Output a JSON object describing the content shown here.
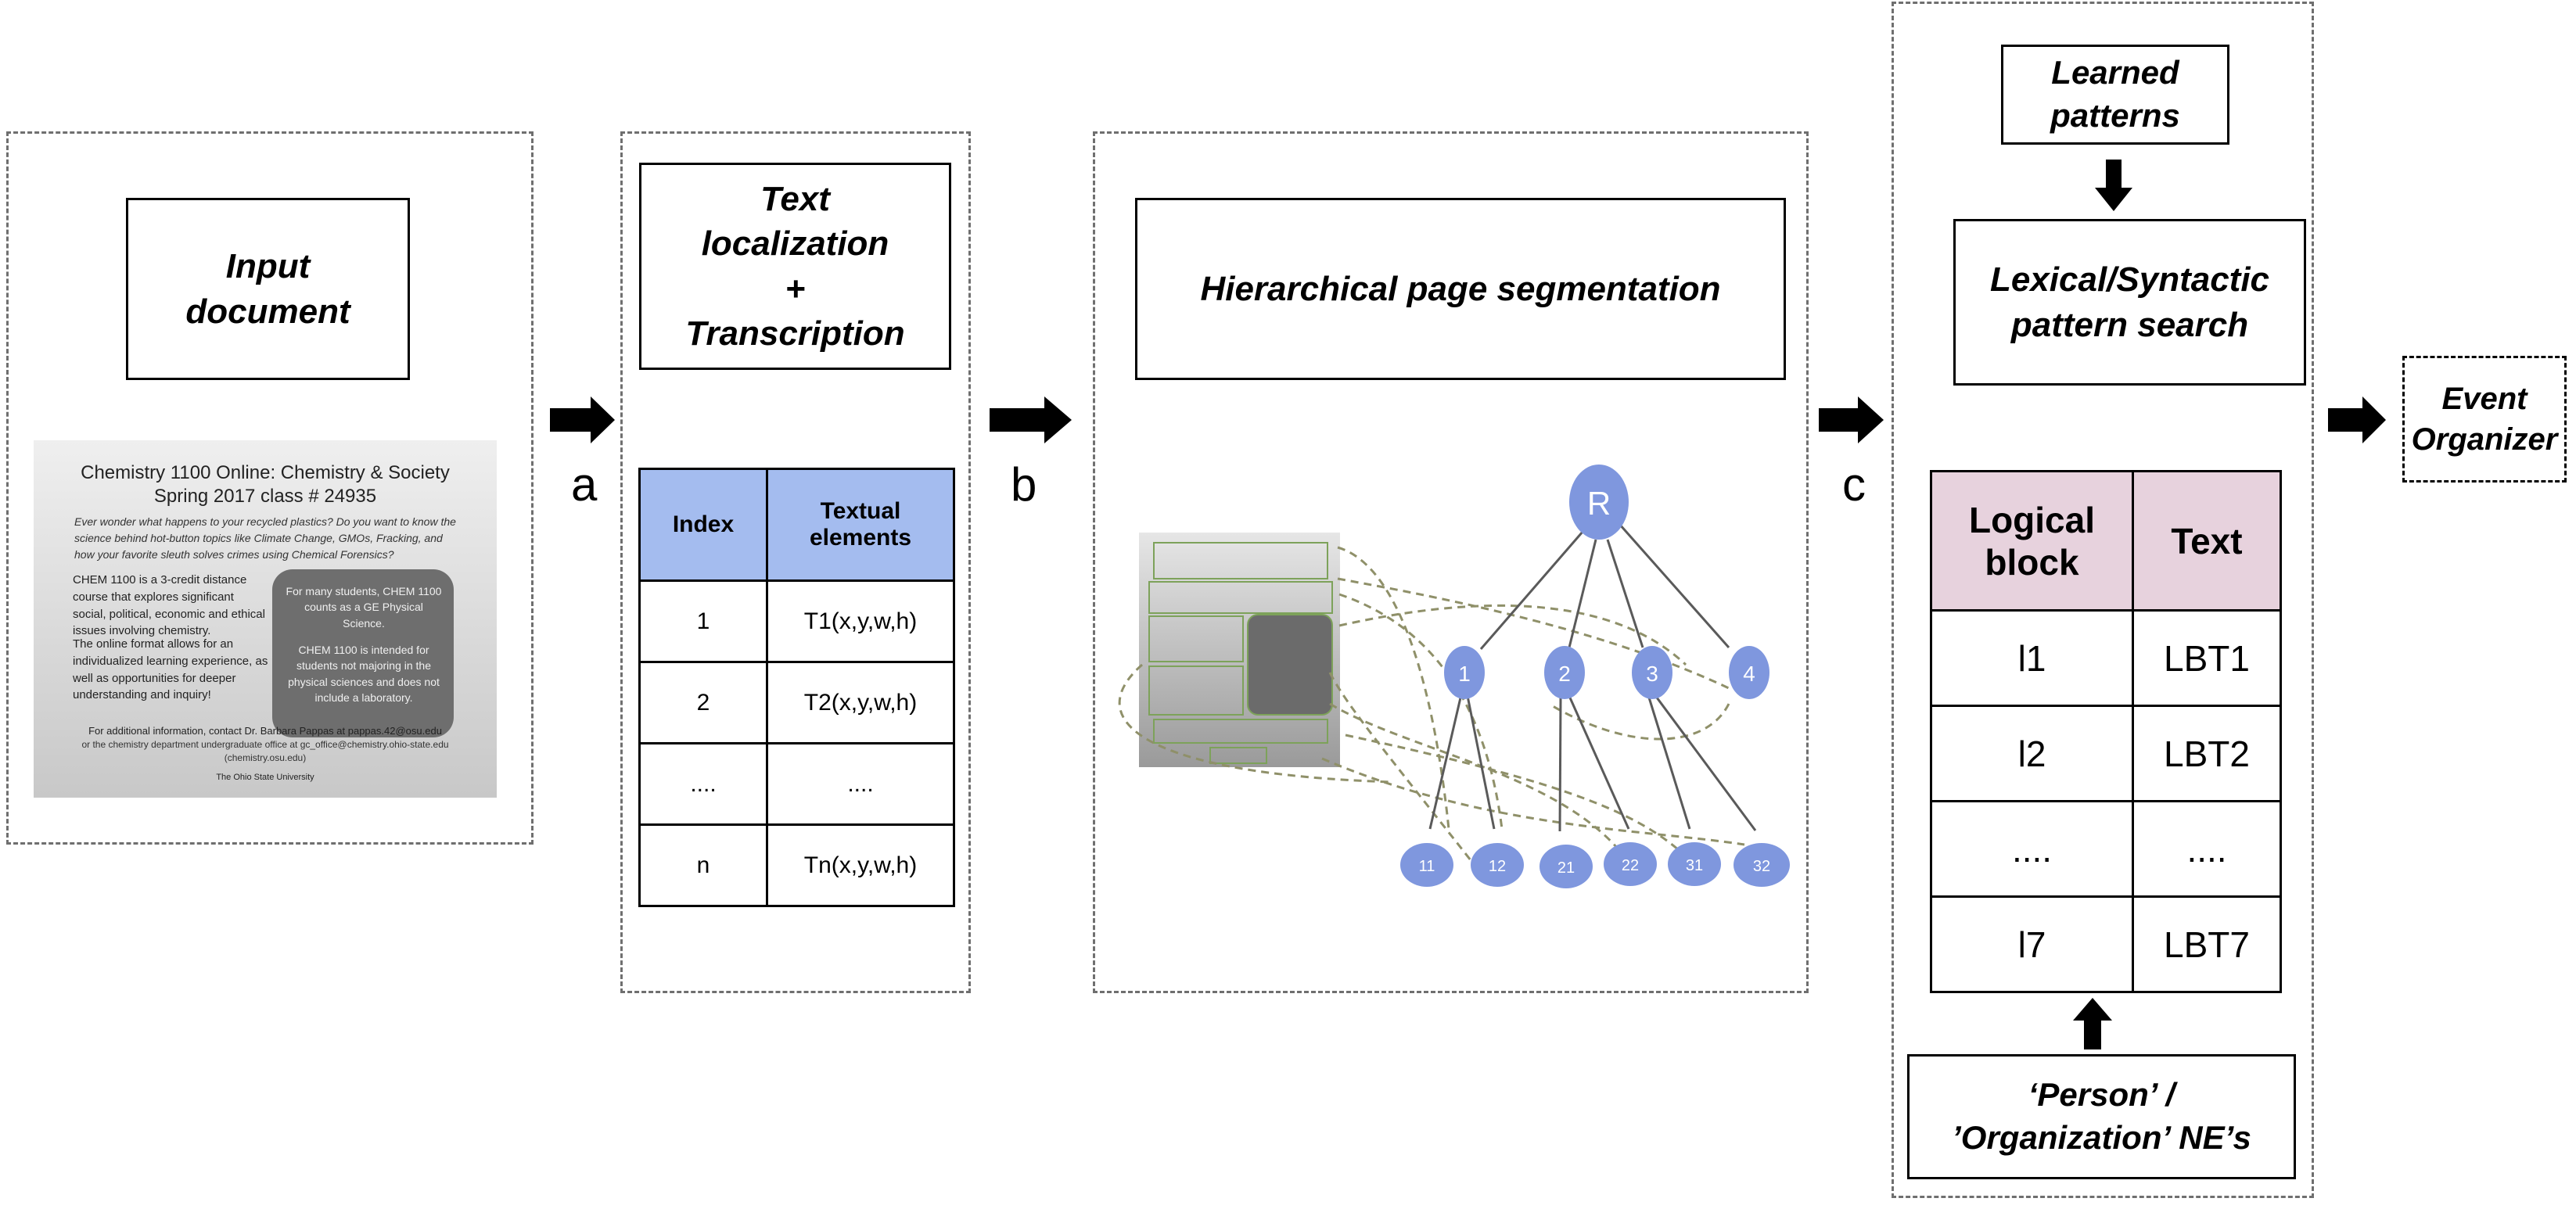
{
  "input": {
    "title": "Input document"
  },
  "flyer": {
    "title": "Chemistry 1100 Online: Chemistry & Society",
    "subtitle": "Spring 2017 class # 24935",
    "intro": "Ever wonder what happens to your recycled plastics? Do you want to know the science behind hot-button topics like Climate Change, GMOs, Fracking, and how your favorite sleuth solves crimes using Chemical Forensics?",
    "col1a": "CHEM 1100 is a 3-credit distance course that explores significant social, political, economic and ethical issues involving chemistry.",
    "col1b": "The online format allows for an individualized learning experience, as well as opportunities for deeper understanding and inquiry!",
    "col2a": "For many students, CHEM 1100 counts as a GE Physical Science.",
    "col2b": "CHEM 1100 is intended for students not majoring in the physical sciences and does not include a laboratory.",
    "footer1": "For additional information, contact Dr. Barbara Pappas at pappas.42@osu.edu",
    "footer2": "or the chemistry department undergraduate office at gc_office@chemistry.ohio-state.edu",
    "footer3": "(chemistry.osu.edu)",
    "logo": "The Ohio State University"
  },
  "step_a": {
    "label": "a",
    "title_line1": "Text",
    "title_line2": "localization",
    "title_line3": "+",
    "title_line4": "Transcription",
    "table": {
      "headers": [
        "Index",
        "Textual elements"
      ],
      "rows": [
        [
          "1",
          "T1(x,y,w,h)"
        ],
        [
          "2",
          "T2(x,y,w,h)"
        ],
        [
          "....",
          "...."
        ],
        [
          "n",
          "Tn(x,y,w,h)"
        ]
      ]
    }
  },
  "step_b": {
    "label": "b",
    "title": "Hierarchical page segmentation",
    "tree": {
      "root": "R",
      "level1": [
        "1",
        "2",
        "3",
        "4"
      ],
      "level2": [
        "11",
        "12",
        "21",
        "22",
        "31",
        "32"
      ]
    }
  },
  "step_c": {
    "label": "c",
    "learned_line1": "Learned",
    "learned_line2": "patterns",
    "search_line1": "Lexical/Syntactic",
    "search_line2": "pattern search",
    "table": {
      "headers": [
        "Logical block",
        "Text"
      ],
      "rows": [
        [
          "l1",
          "LBT1"
        ],
        [
          "l2",
          "LBT2"
        ],
        [
          "....",
          "...."
        ],
        [
          "l7",
          "LBT7"
        ]
      ]
    },
    "ne_line1": "‘Person’ /",
    "ne_line2": "’Organization’ NE’s"
  },
  "output": {
    "line1": "Event",
    "line2": "Organizer"
  },
  "colors": {
    "node": "#7f97de",
    "header_a": "#a4bcef",
    "header_c": "#e7d2dd",
    "edge": "#5a5a5a",
    "link": "#8f9069"
  }
}
